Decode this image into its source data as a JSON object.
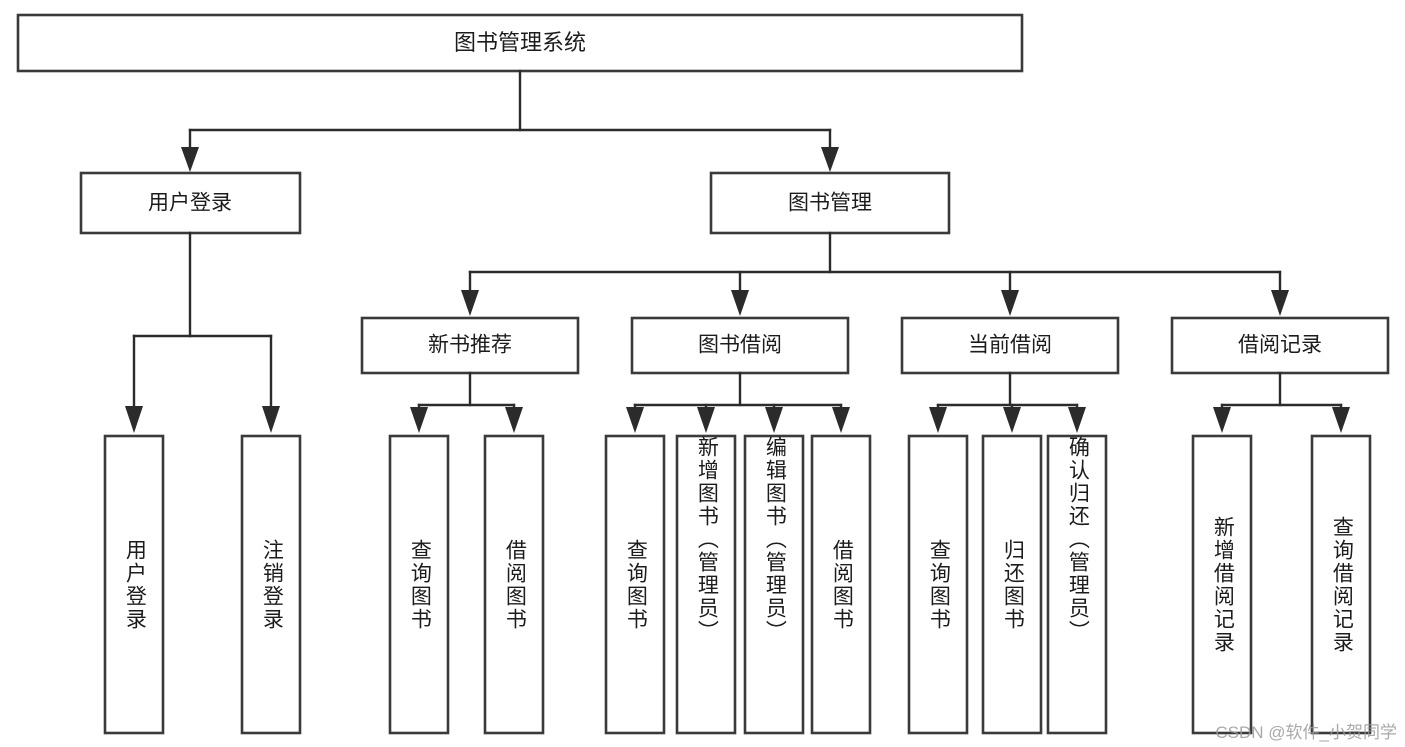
{
  "diagram": {
    "type": "tree-hierarchy",
    "title": "图书管理系统",
    "orientation": "top-down",
    "colors": {
      "box_stroke": "#3a3a3a",
      "connector": "#2b2b2b",
      "background": "#ffffff",
      "text": "#1c1c1c",
      "watermark": "#9b9b9b"
    },
    "root": {
      "label": "图书管理系统"
    },
    "level2": [
      {
        "label": "用户登录"
      },
      {
        "label": "图书管理"
      }
    ],
    "level3": [
      {
        "label": "新书推荐"
      },
      {
        "label": "图书借阅"
      },
      {
        "label": "当前借阅"
      },
      {
        "label": "借阅记录"
      }
    ],
    "leaves": {
      "user_login": [
        {
          "label": "用户登录"
        },
        {
          "label": "注销登录"
        }
      ],
      "new_book_recommend": [
        {
          "label": "查询图书"
        },
        {
          "label": "借阅图书"
        }
      ],
      "book_borrow": [
        {
          "label": "查询图书"
        },
        {
          "label": "新增图书（管理员）"
        },
        {
          "label": "编辑图书（管理员）"
        },
        {
          "label": "借阅图书"
        }
      ],
      "current_borrow": [
        {
          "label": "查询图书"
        },
        {
          "label": "归还图书"
        },
        {
          "label": "确认归还（管理员）"
        }
      ],
      "borrow_record": [
        {
          "label": "新增借阅记录"
        },
        {
          "label": "查询借阅记录"
        }
      ]
    }
  },
  "watermark": {
    "text": "CSDN @软件_小贺同学"
  }
}
